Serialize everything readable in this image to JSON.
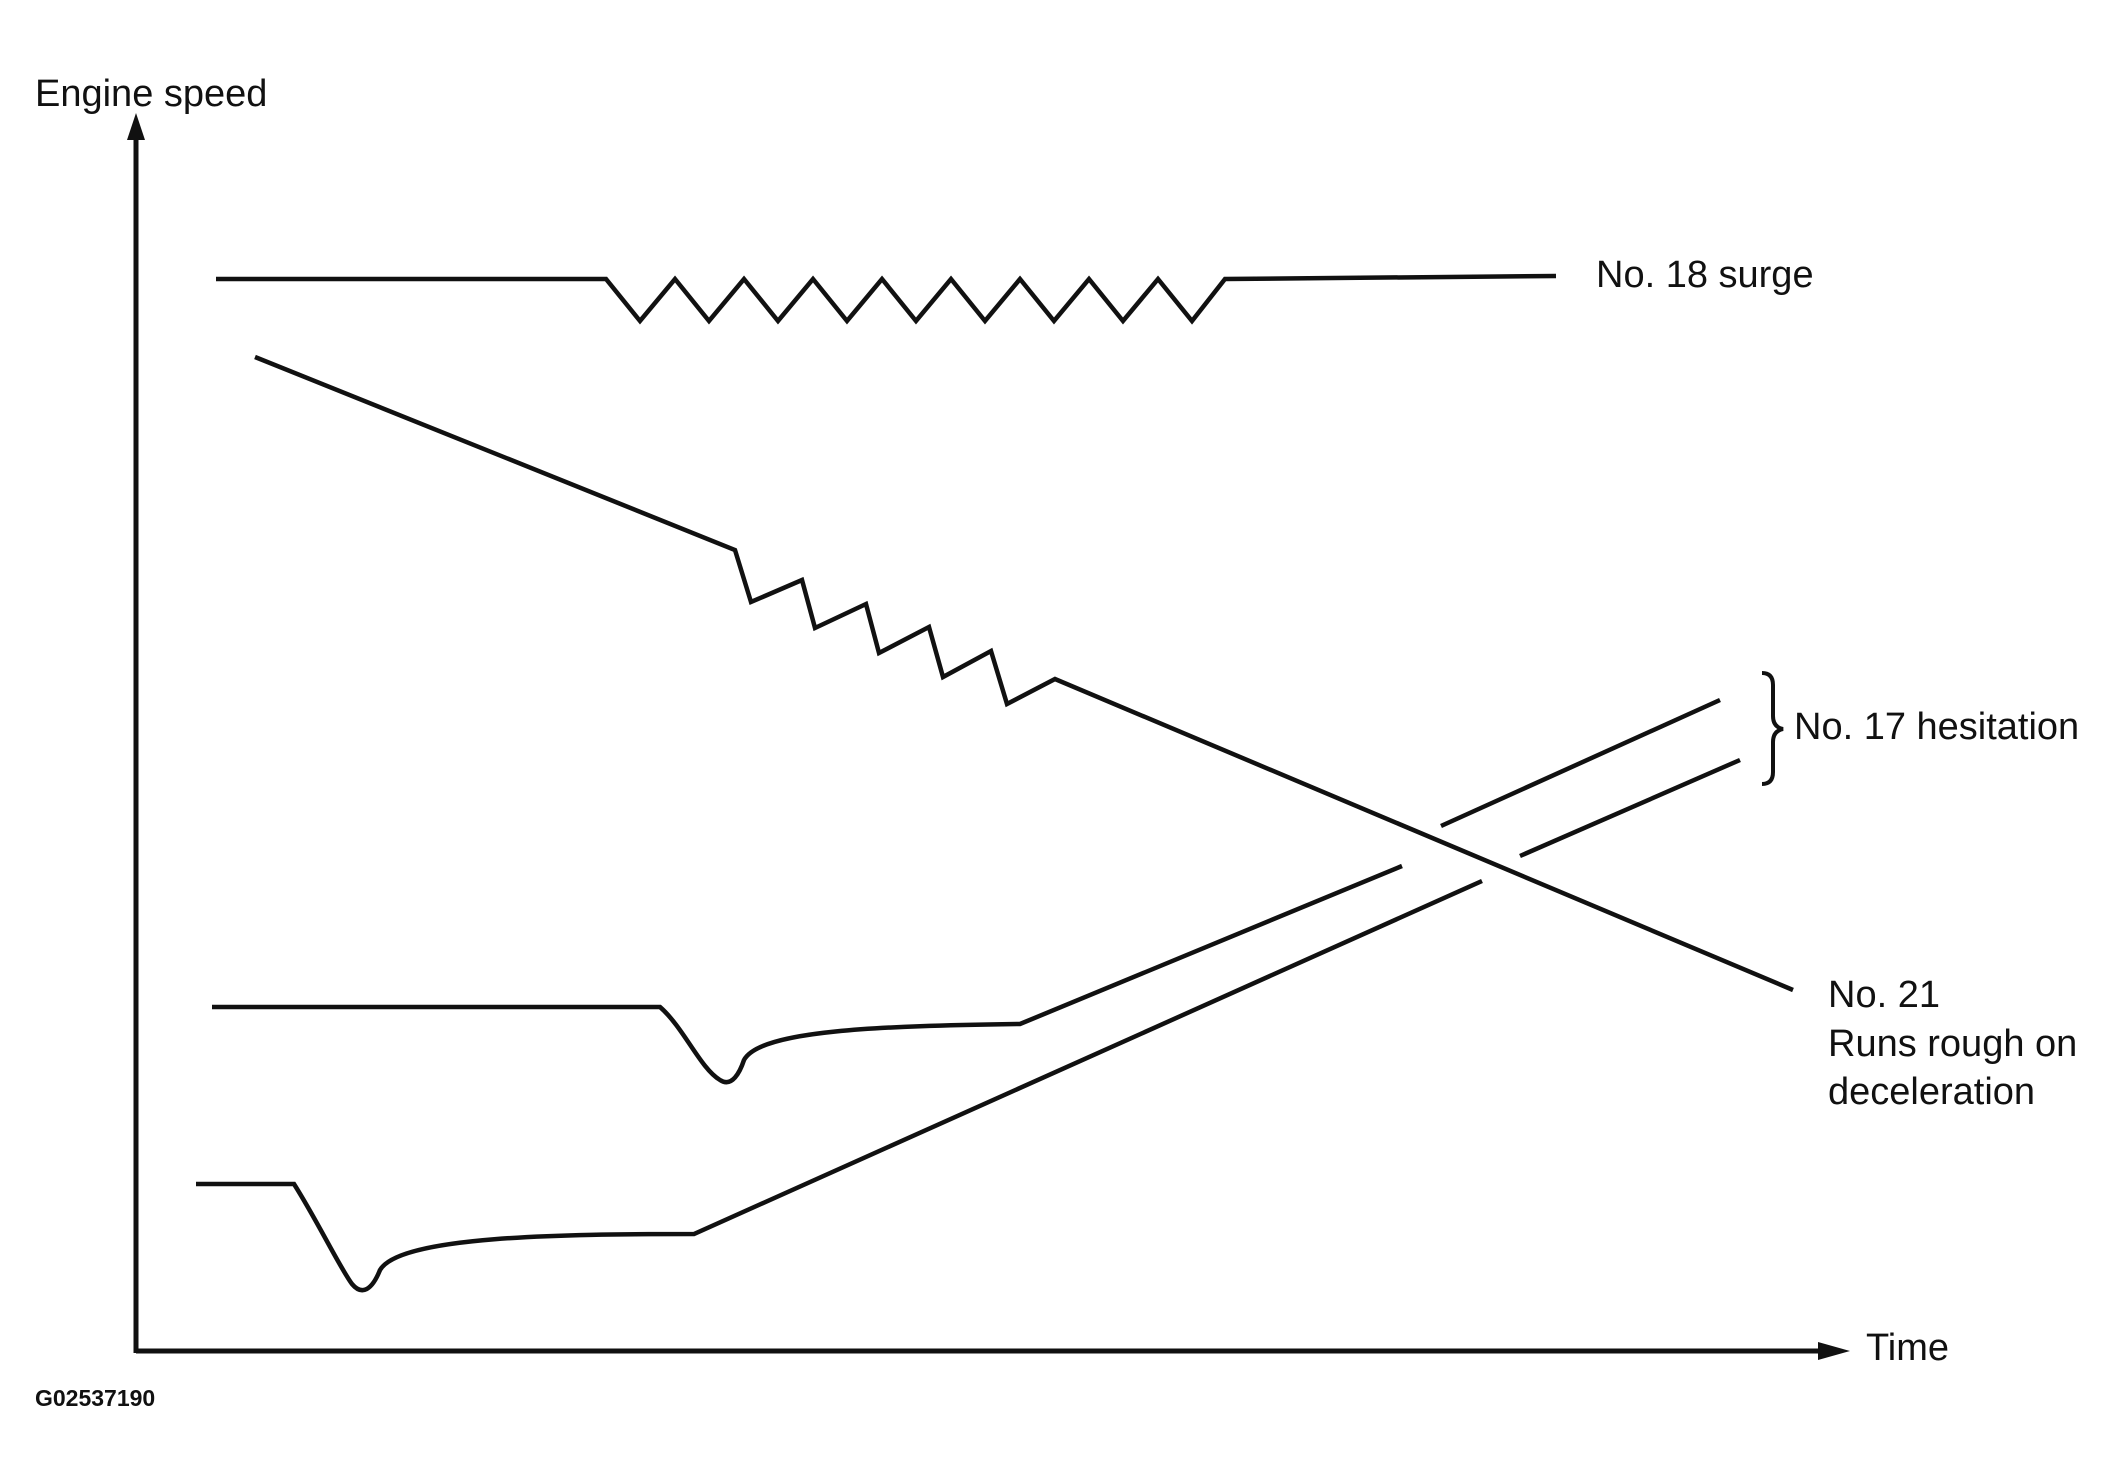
{
  "axes": {
    "y_label": "Engine speed",
    "x_label": "Time"
  },
  "curves": [
    {
      "id": "surge",
      "label": "No. 18 surge"
    },
    {
      "id": "rough-decel",
      "label_lines": [
        "No. 21",
        "Runs rough on",
        "deceleration"
      ]
    },
    {
      "id": "hesitation",
      "label": "No. 17 hesitation"
    }
  ],
  "figure_id": "G02537190",
  "colors": {
    "line": "#111111",
    "background": "#ffffff"
  }
}
